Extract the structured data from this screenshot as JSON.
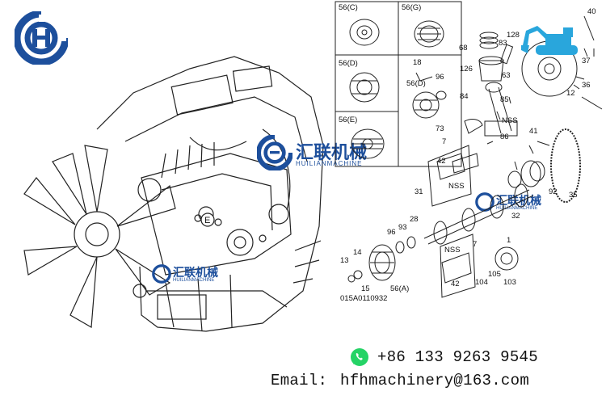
{
  "brand": {
    "name_cn": "汇联机械",
    "name_en": "HUILIANMACHINE",
    "primary_color": "#1d4f9c"
  },
  "diagram": {
    "drawing_code": "015A0110932",
    "callouts": {
      "c56C": "56(C)",
      "c56G": "56(G)",
      "c56D_top": "56(D)",
      "c56D_mid": "56(D)",
      "c56E": "56(E)",
      "c18": "18",
      "c96_top": "96",
      "c68": "68",
      "c83": "83",
      "c128": "128",
      "c126": "126",
      "c63": "63",
      "c84": "84",
      "c85": "85",
      "c86": "86",
      "c73": "73",
      "nss_a": "NSS",
      "nss_b": "NSS",
      "nss_c": "NSS",
      "c40": "40",
      "c37": "37",
      "c12": "12",
      "c36": "36",
      "c41": "41",
      "c92": "92",
      "c35": "35",
      "c7_top": "7",
      "c42_top": "42",
      "c31": "31",
      "c32": "32",
      "c1": "1",
      "c93": "93",
      "c28": "28",
      "c96_bot": "96",
      "c13": "13",
      "c14": "14",
      "c15": "15",
      "c56A": "56(A)",
      "c7_bot": "7",
      "c42_bot": "42",
      "c104": "104",
      "c105": "105",
      "c103": "103",
      "label_E": "E"
    }
  },
  "contact": {
    "phone": "+86 133 9263 9545",
    "email_label": "Email:",
    "email": "hfhmachinery@163.com",
    "icon": "whatsapp-icon",
    "icon_color": "#25d366"
  }
}
